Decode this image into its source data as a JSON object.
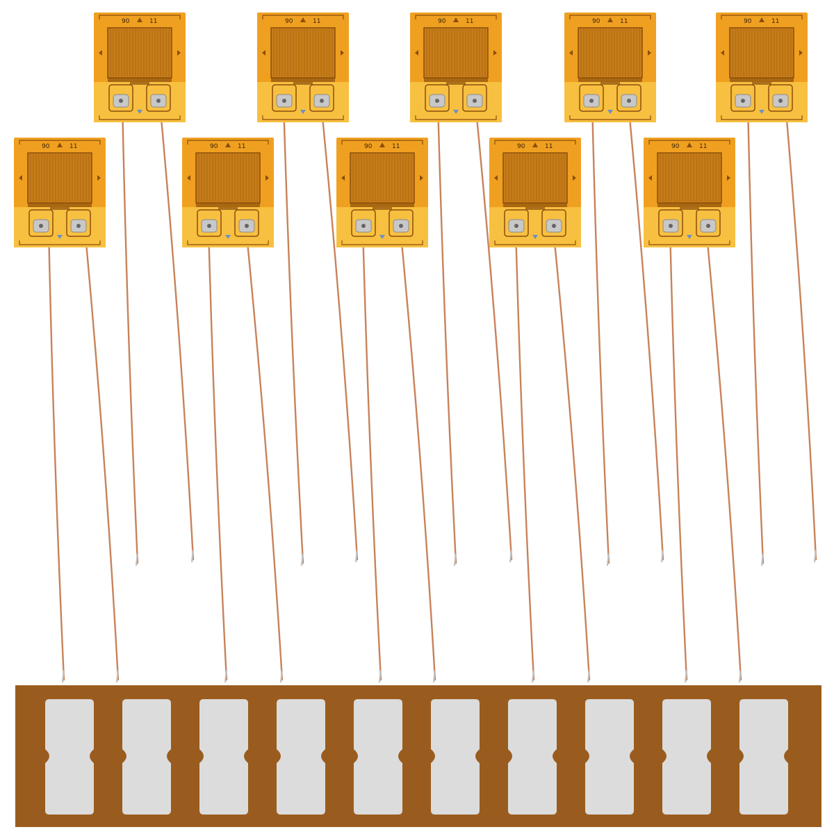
{
  "photo": {
    "subject": "strain gauges with lead wires and terminal strip",
    "colors": {
      "background": "#ffffff",
      "gauge_film": "#f0a020",
      "gauge_film_light": "#f8c040",
      "grid_pattern": "#c77d18",
      "grid_lines": "#8a4e0c",
      "solder_pad": "#c8c8c8",
      "wire": "#c8825a",
      "terminal_strip": "#9a5c1e",
      "terminal_pad": "#dcdcdc"
    }
  },
  "gauges": [
    {
      "label_left": "90",
      "label_right": "11"
    },
    {
      "label_left": "90",
      "label_right": "11"
    },
    {
      "label_left": "90",
      "label_right": "11"
    },
    {
      "label_left": "90",
      "label_right": "11"
    },
    {
      "label_left": "90",
      "label_right": "11"
    },
    {
      "label_left": "90",
      "label_right": "11"
    },
    {
      "label_left": "90",
      "label_right": "11"
    },
    {
      "label_left": "90",
      "label_right": "11"
    },
    {
      "label_left": "90",
      "label_right": "11"
    },
    {
      "label_left": "90",
      "label_right": "11"
    }
  ],
  "terminal_strip": {
    "pad_count": 10
  }
}
